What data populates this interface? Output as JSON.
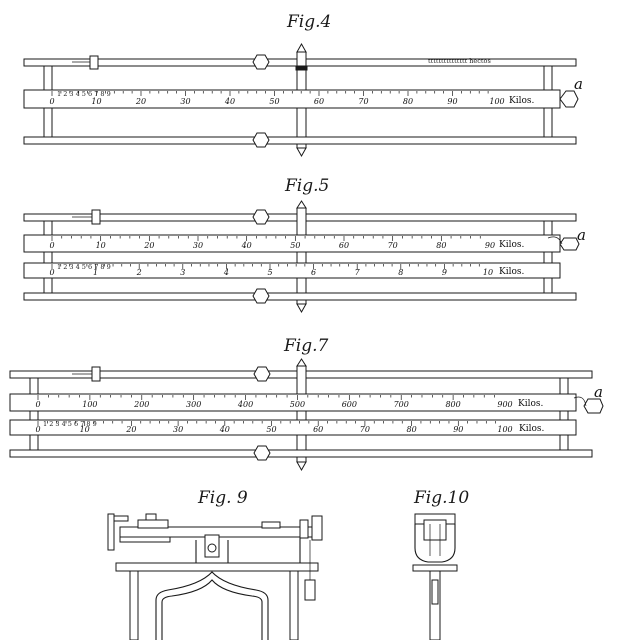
{
  "figures": {
    "fig4": {
      "title": "Fig.4",
      "top_label": "ttttttttttttttt hectos",
      "unit": "Kilos.",
      "pointer_letter": "a",
      "ticks": [
        "0",
        "10",
        "20",
        "30",
        "40",
        "50",
        "60",
        "70",
        "80",
        "90",
        "100"
      ],
      "fine": "1 2 3 4 5 6 7 8 9"
    },
    "fig5": {
      "title": "Fig.5",
      "pointer_letter": "a",
      "upper": {
        "unit": "Kilos.",
        "ticks": [
          "0",
          "10",
          "20",
          "30",
          "40",
          "50",
          "60",
          "70",
          "80",
          "90"
        ]
      },
      "lower": {
        "unit": "Kilos.",
        "ticks": [
          "0",
          "1",
          "2",
          "3",
          "4",
          "5",
          "6",
          "7",
          "8",
          "9",
          "10"
        ],
        "fine": "1 2 3 4 5 6 7 8 9"
      }
    },
    "fig7": {
      "title": "Fig.7",
      "pointer_letter": "a",
      "upper": {
        "unit": "Kilos.",
        "ticks": [
          "0",
          "100",
          "200",
          "300",
          "400",
          "500",
          "600",
          "700",
          "800",
          "900"
        ]
      },
      "lower": {
        "unit": "Kilos.",
        "ticks": [
          "0",
          "10",
          "20",
          "30",
          "40",
          "50",
          "60",
          "70",
          "80",
          "90",
          "100"
        ],
        "fine": "1 2 3 4 5 6 7 8 9"
      }
    },
    "fig9": {
      "title": "Fig. 9"
    },
    "fig10": {
      "title": "Fig.10"
    }
  }
}
